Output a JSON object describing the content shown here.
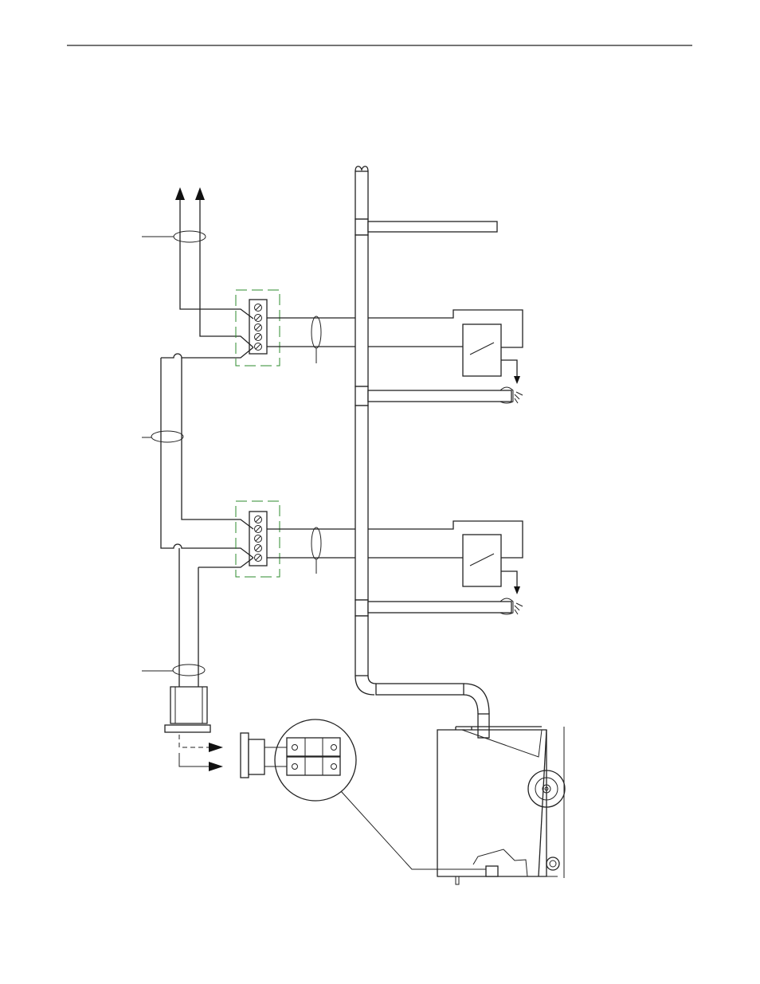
{
  "page": {
    "background": "#ffffff",
    "rule_color": "#222222"
  },
  "diagram": {
    "line_color": "#222222",
    "accent_color": "#2e8b2e",
    "terminal_blocks": 2,
    "terminals_per_block": 5,
    "fuse_holders": 2,
    "icons": [
      "terminal-screw-icon",
      "flow-arrow-icon",
      "relay-switch-icon",
      "fuse-icon",
      "caster-wheel-icon"
    ]
  }
}
